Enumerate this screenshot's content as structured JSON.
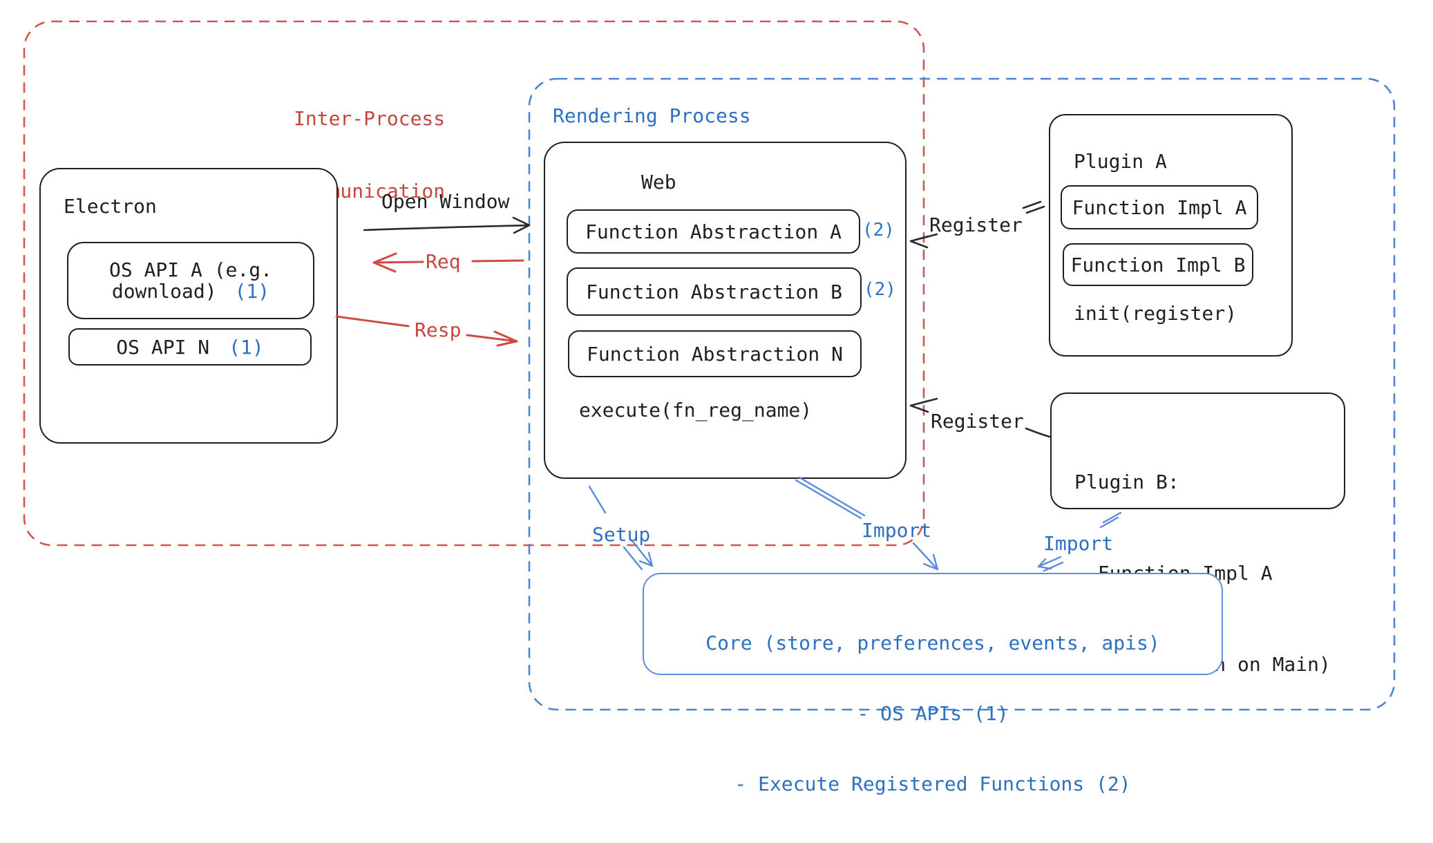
{
  "regions": {
    "ipc": {
      "line1": "Inter-Process",
      "line2": "Communication"
    },
    "rendering": {
      "label": "Rendering Process"
    }
  },
  "electron": {
    "title": "Electron",
    "os_api_a_line1": "OS API A (e.g.",
    "os_api_a_line2": "download)",
    "os_api_a_badge": "(1)",
    "os_api_n_label": "OS API N",
    "os_api_n_badge": "(1)"
  },
  "web": {
    "title": "Web",
    "abstractions": [
      {
        "label": "Function Abstraction A",
        "badge": "(2)"
      },
      {
        "label": "Function Abstraction B",
        "badge": "(2)"
      },
      {
        "label": "Function Abstraction N",
        "badge": ""
      }
    ],
    "execute_label": "execute(fn_reg_name)"
  },
  "plugin_a": {
    "title": "Plugin A",
    "impl_a": "Function Impl A",
    "impl_b": "Function Impl B",
    "init_label": "init(register)"
  },
  "plugin_b": {
    "title": "Plugin B:",
    "item_1": "- Function Impl A",
    "item_2": "- Module (run on Main)"
  },
  "core": {
    "line1": "Core (store, preferences, events, apis)",
    "line2": "- OS APIs (1)",
    "line3": "- Execute Registered Functions (2)"
  },
  "labels": {
    "open_window": "Open Window",
    "req": "Req",
    "resp": "Resp",
    "register_top": "Register",
    "register_bottom": "Register",
    "setup": "Setup",
    "import_web": "Import",
    "import_plugin": "Import"
  },
  "colors": {
    "red_text": "#c64540",
    "red_dash": "#d4554e",
    "blue_text": "#2d6fc1",
    "blue_dash": "#4b85d1",
    "blue_arrow": "#5b8bd8",
    "core_border": "#5f8fd6",
    "black": "#1f1f1f"
  }
}
